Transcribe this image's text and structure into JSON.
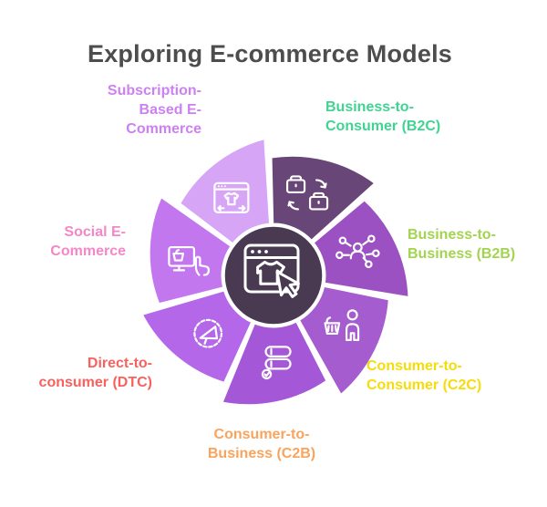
{
  "title": "Exploring E-commerce Models",
  "title_color": "#4d4d4d",
  "background_color": "#ffffff",
  "wheel": {
    "center": {
      "icon": "browser-shirt-cursor-icon",
      "fill_color": "#493a52",
      "ring_color": "#ffffff"
    },
    "segments": [
      {
        "id": "b2c",
        "label": "Business-to-\nConsumer (B2C)",
        "label_color": "#41d392",
        "wedge_color": "#684677",
        "icon": "briefcase-exchange-icon"
      },
      {
        "id": "b2b",
        "label": "Business-to-\nBusiness (B2B)",
        "label_color": "#a3d44f",
        "wedge_color": "#9b51c1",
        "icon": "network-people-icon"
      },
      {
        "id": "c2c",
        "label": "Consumer-to-\nConsumer (C2C)",
        "label_color": "#f6dc0a",
        "wedge_color": "#a55cce",
        "icon": "person-basket-icon"
      },
      {
        "id": "c2b",
        "label": "Consumer-to-\nBusiness (C2B)",
        "label_color": "#f9a45c",
        "wedge_color": "#a457d7",
        "icon": "toggle-sliders-icon"
      },
      {
        "id": "dtc",
        "label": "Direct-to-\nconsumer (DTC)",
        "label_color": "#f7625f",
        "wedge_color": "#b467e9",
        "icon": "megaphone-gear-icon"
      },
      {
        "id": "social",
        "label": "Social E-\nCommerce",
        "label_color": "#f387c8",
        "wedge_color": "#c377ef",
        "icon": "monitor-basket-hand-icon"
      },
      {
        "id": "subscription",
        "label": "Subscription-\nBased E-\nCommerce",
        "label_color": "#cd80f2",
        "wedge_color": "#d7a5f6",
        "icon": "browser-shirt-arrows-icon"
      }
    ]
  }
}
